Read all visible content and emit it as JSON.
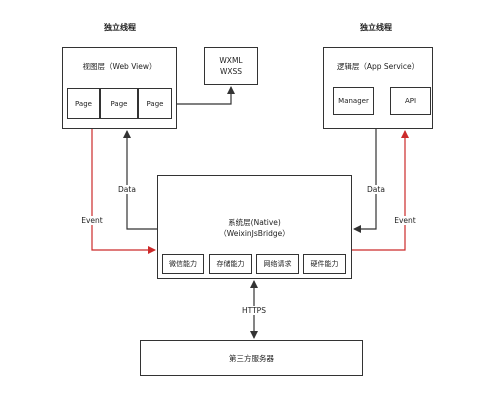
{
  "thread_labels": {
    "left": "独立线程",
    "right": "独立线程"
  },
  "view_layer": {
    "title": "视图层（Web View）",
    "pages": [
      "Page",
      "Page",
      "Page"
    ]
  },
  "wxml_box": {
    "line1": "WXML",
    "line2": "WXSS"
  },
  "logic_layer": {
    "title": "逻辑层（App Service）",
    "manager": "Manager",
    "api": "API"
  },
  "native_layer": {
    "line1": "系统层(Native)",
    "line2": "（WeixinJsBridge）",
    "capabilities": [
      "微信能力",
      "存储能力",
      "网络请求",
      "硬件能力"
    ]
  },
  "server": {
    "label": "第三方服务器"
  },
  "arrows": {
    "data_left": "Data",
    "data_right": "Data",
    "event_left": "Event",
    "event_right": "Event",
    "https": "HTTPS"
  },
  "colors": {
    "line": "#333333",
    "event_arrow": "#cc2a2a",
    "text": "#222222",
    "background": "#ffffff"
  }
}
